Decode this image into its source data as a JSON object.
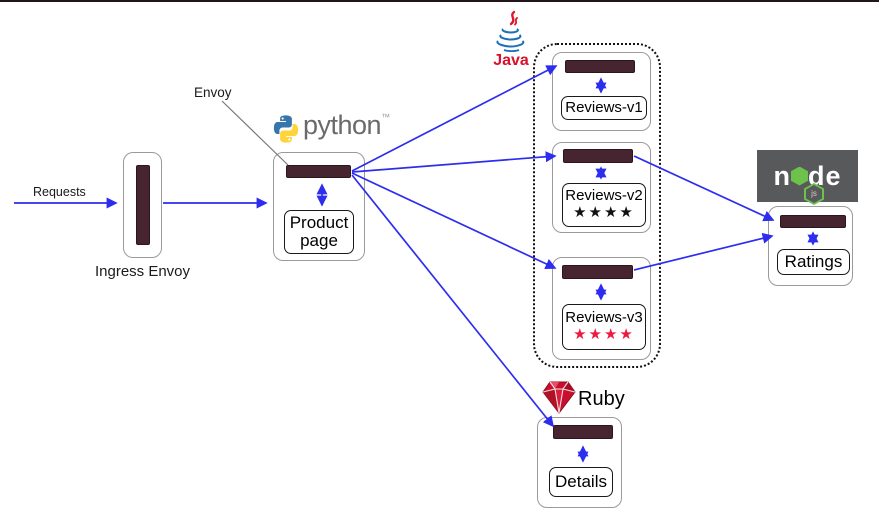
{
  "diagram": {
    "requests_label": "Requests",
    "ingress_label": "Ingress Envoy",
    "envoy_callout_label": "Envoy",
    "python_logo_text": "python",
    "python_tm": "™",
    "java_logo_text": "Java",
    "ruby_logo_text": "Ruby",
    "node_logo_left": "n",
    "node_logo_right": "de",
    "node_logo_js": "js",
    "productpage_label": "Product page",
    "reviews_v1_label": "Reviews-v1",
    "reviews_v2_label": "Reviews-v2",
    "reviews_v2_stars": "★★★★",
    "reviews_v3_label": "Reviews-v3",
    "reviews_v3_stars": "★★★★",
    "ratings_label": "Ratings",
    "details_label": "Details"
  },
  "colors": {
    "arrow_blue": "#2d2df0",
    "sidecar_maroon": "#472530",
    "stars_v2": "#111111",
    "stars_v3": "#ed1941",
    "java_red": "#d90f2b",
    "python_gray": "#6a6a6a",
    "node_bg": "#58595b",
    "node_green": "#6cc24a",
    "ruby_red": "#c8102e",
    "top_border": "#23161b"
  }
}
